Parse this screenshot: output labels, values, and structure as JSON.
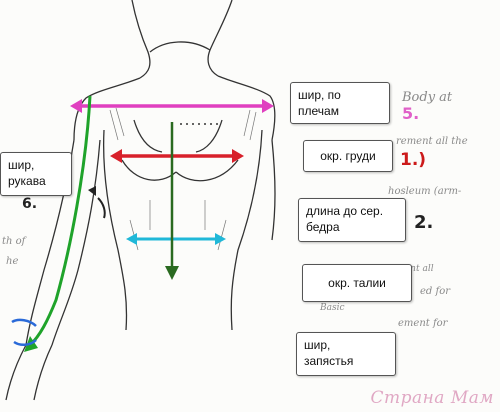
{
  "labels": {
    "shoulder_width": "шир, по плечам",
    "chest": "окр. груди",
    "sleeve_width": "шир,\nрукава",
    "length_to_hip": "длина до сер. бедра",
    "waist": "окр. талии",
    "wrist_width": "шир,\nзапястья"
  },
  "notes": {
    "n1": "Body at",
    "n2": "rement all the",
    "n3": "hosleum (arm-",
    "n4": "waist measurement all",
    "n5": "ed for",
    "n6": "Basic",
    "n7": "ement for",
    "n8": "th of",
    "n9": "he"
  },
  "numbers": {
    "shoulder": "5.",
    "chest": "1.)",
    "length": "2.",
    "sleeve": "6."
  },
  "watermark": "Страна Мам",
  "colors": {
    "shoulder_line": "#e040c0",
    "chest_line": "#d8202a",
    "waist_line": "#20b8d8",
    "length_line": "#2a6a20",
    "sleeve_line": "#1fa32a",
    "wrist_line": "#2a6ad8",
    "number_shoulder": "#e060c8",
    "number_chest": "#cc1a1a",
    "number_other": "#222222"
  }
}
